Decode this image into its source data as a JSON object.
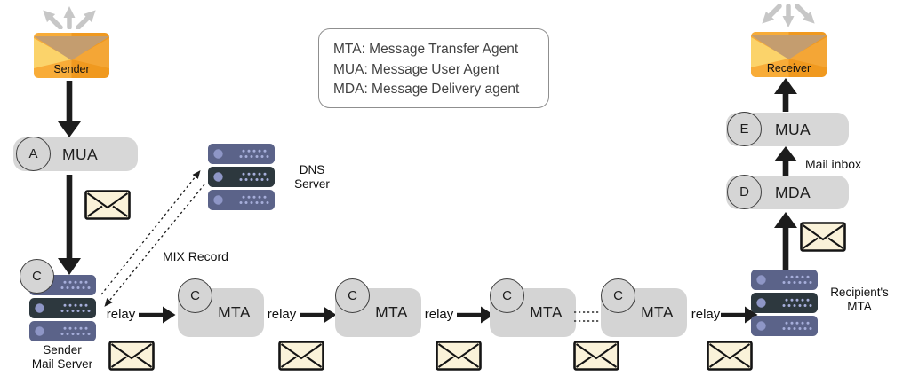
{
  "legend": {
    "lines": [
      "MTA: Message Transfer Agent",
      "MUA: Message User Agent",
      "MDA: Message Delivery agent"
    ]
  },
  "endpoints": {
    "sender_label": "Sender",
    "receiver_label": "Receiver"
  },
  "agents": {
    "mua_a": {
      "badge": "A",
      "label": "MUA"
    },
    "mda_d": {
      "badge": "D",
      "label": "MDA"
    },
    "mua_e": {
      "badge": "E",
      "label": "MUA"
    }
  },
  "mta_chain": [
    {
      "badge": "C",
      "label": "MTA"
    },
    {
      "badge": "C",
      "label": "MTA"
    },
    {
      "badge": "C",
      "label": "MTA"
    },
    {
      "badge": "C",
      "label": "MTA"
    }
  ],
  "servers": {
    "sender_mail_server": {
      "line1": "Sender",
      "line2": "Mail Server"
    },
    "dns_server": {
      "line1": "DNS",
      "line2": "Server"
    },
    "recipients_mta": {
      "line1": "Recipient's",
      "line2": "MTA"
    }
  },
  "labels": {
    "relay": "relay",
    "mix_record": "MIX Record",
    "mail_inbox": "Mail inbox"
  },
  "icons": {
    "orange_envelope": "sender-receiver-envelope-icon",
    "cream_envelope": "mail-envelope-icon",
    "server": "server-rack-icon",
    "black_arrow": "flow-arrow-icon",
    "gray_arrows": "broadcast-arrows-icon",
    "dashed_arrows": "dns-query-arrows-icon",
    "dotted_link": "dotted-continuation-icon"
  },
  "colors": {
    "box_gray": "#d7d7d7",
    "badge_border": "#3f3f3f",
    "server_unit_light": "#5b6389",
    "server_unit_dark": "#2d383e",
    "server_led": "#8e96c6",
    "server_dot": "#a6aeda",
    "envelope_cream": "#faf2d9",
    "envelope_orange_left": "#f8ac38",
    "envelope_orange_right": "#f0991f",
    "envelope_flap_tan": "#c49d6f",
    "envelope_fold_light": "#fbd36a",
    "envelope_fold_right": "#f4a636",
    "arrow_black": "#1c1c1c",
    "arrow_gray": "#c7c7c7",
    "legend_border": "#8f8f8f"
  }
}
